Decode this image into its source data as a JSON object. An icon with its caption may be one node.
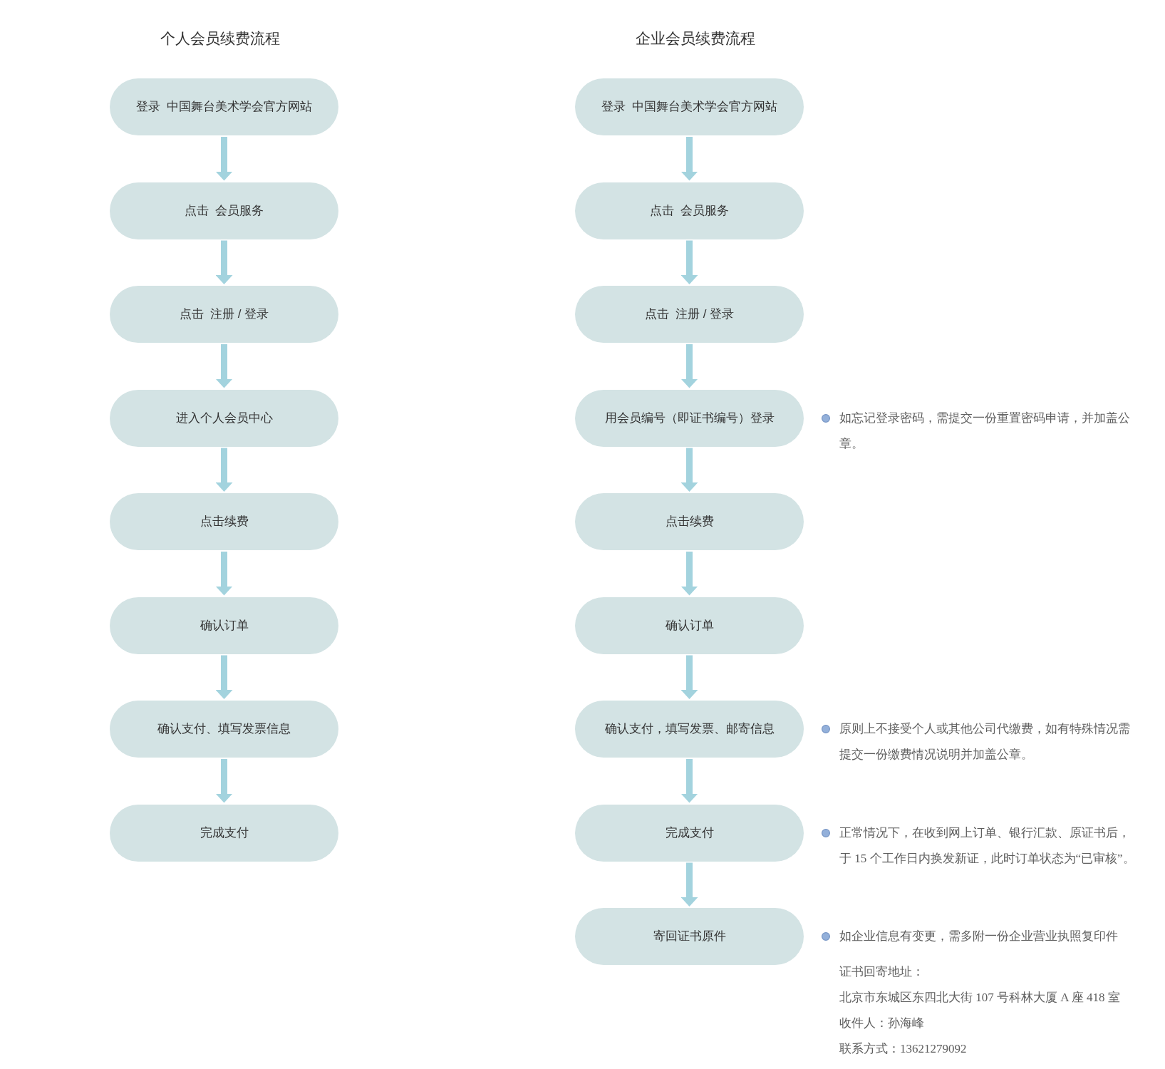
{
  "diagram": {
    "nodes": [
      {
        "text": [
          "登录  中国舞台美术学会官方网站"
        ]
      },
      {
        "text": [
          "点击  会员服务"
        ]
      },
      {
        "text": [
          "点击  注册 / 登录"
        ]
      },
      {
        "text": [
          "进入个人会员中心"
        ]
      },
      {
        "text": [
          "点击续费"
        ]
      },
      {
        "text": [
          "确认订单"
        ]
      },
      {
        "text": [
          "确认支付、填写发票信息"
        ]
      },
      {
        "text": [
          "完成支付"
        ]
      },
      {
        "text": [
          "登录  中国舞台美术学会官方网站"
        ]
      },
      {
        "text": [
          "点击  会员服务"
        ]
      },
      {
        "text": [
          "点击  注册 / 登录"
        ]
      },
      {
        "text": [
          "用会员编号（即证书编号）登录"
        ],
        "beside": [
          "如忘记登录密码，需提交一份重置密码申请，并加盖公章。"
        ]
      },
      {
        "text": [
          "点击续费"
        ]
      },
      {
        "text": [
          "确认订单"
        ]
      },
      {
        "text": [
          "确认支付，填写发票、邮寄信息"
        ],
        "beside": [
          "原则上不接受个人或其他公司代缴费，如有特殊情况需提交一份缴费情况说明并加盖公章。"
        ]
      },
      {
        "text": [
          "完成支付"
        ],
        "beside": [
          "正常情况下，在收到网上订单、银行汇款、原证书后，于 15 个工作日内换发新证，此时订单状态为“已审核”。"
        ]
      },
      {
        "text": [
          "寄回证书原件"
        ],
        "beside": [
          "如企业信息有变更，需多附一份企业营业执照复印件"
        ]
      }
    ],
    "edges": [
      {
        "from": 0,
        "to": 1,
        "arrow": "to"
      },
      {
        "from": 1,
        "to": 2,
        "arrow": "to"
      },
      {
        "from": 2,
        "to": 3,
        "arrow": "to"
      },
      {
        "from": 3,
        "to": 4,
        "arrow": "to"
      },
      {
        "from": 4,
        "to": 5,
        "arrow": "to"
      },
      {
        "from": 5,
        "to": 6,
        "arrow": "to"
      },
      {
        "from": 6,
        "to": 7,
        "arrow": "to"
      },
      {
        "from": 8,
        "to": 9,
        "arrow": "to"
      },
      {
        "from": 9,
        "to": 10,
        "arrow": "to"
      },
      {
        "from": 10,
        "to": 11,
        "arrow": "to"
      },
      {
        "from": 11,
        "to": 12,
        "arrow": "to"
      },
      {
        "from": 12,
        "to": 13,
        "arrow": "to"
      },
      {
        "from": 13,
        "to": 14,
        "arrow": "to"
      },
      {
        "from": 14,
        "to": 15,
        "arrow": "to"
      },
      {
        "from": 15,
        "to": 16,
        "arrow": "to"
      }
    ],
    "labels": [
      "个人会员续费流程",
      "企业会员续费流程",
      "证书回寄地址：",
      "北京市东城区东四北大街 107 号科林大厦 A 座 418 室",
      "收件人：孙海峰",
      "联系方式：13621279092"
    ]
  }
}
